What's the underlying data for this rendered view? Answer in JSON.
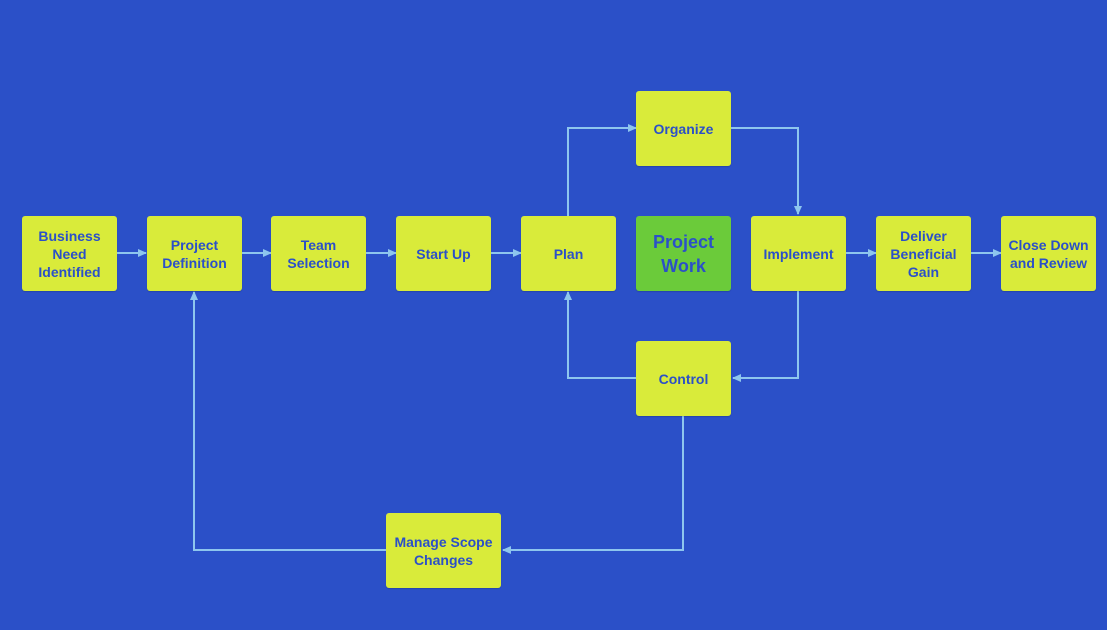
{
  "colors": {
    "background": "#2b50c8",
    "box_fill": "#d9eb3a",
    "box_text": "#2b50c8",
    "emphasis_fill": "#6bcb3a",
    "connector": "#8ec6ee"
  },
  "nodes": {
    "business_need": {
      "label": "Business\nNeed\nIdentified"
    },
    "project_definition": {
      "label": "Project\nDefinition"
    },
    "team_selection": {
      "label": "Team\nSelection"
    },
    "start_up": {
      "label": "Start Up"
    },
    "plan": {
      "label": "Plan"
    },
    "organize": {
      "label": "Organize"
    },
    "project_work": {
      "label": "Project\nWork"
    },
    "implement": {
      "label": "Implement"
    },
    "deliver_gain": {
      "label": "Deliver\nBeneficial\nGain"
    },
    "close_down": {
      "label": "Close Down\nand Review"
    },
    "control": {
      "label": "Control"
    },
    "manage_scope": {
      "label": "Manage Scope\nChanges"
    }
  },
  "edges": [
    {
      "from": "business_need",
      "to": "project_definition"
    },
    {
      "from": "project_definition",
      "to": "team_selection"
    },
    {
      "from": "team_selection",
      "to": "start_up"
    },
    {
      "from": "start_up",
      "to": "plan"
    },
    {
      "from": "plan",
      "to": "organize"
    },
    {
      "from": "organize",
      "to": "implement"
    },
    {
      "from": "implement",
      "to": "deliver_gain"
    },
    {
      "from": "deliver_gain",
      "to": "close_down"
    },
    {
      "from": "implement",
      "to": "control"
    },
    {
      "from": "control",
      "to": "plan"
    },
    {
      "from": "control",
      "to": "manage_scope"
    },
    {
      "from": "manage_scope",
      "to": "project_definition"
    }
  ]
}
